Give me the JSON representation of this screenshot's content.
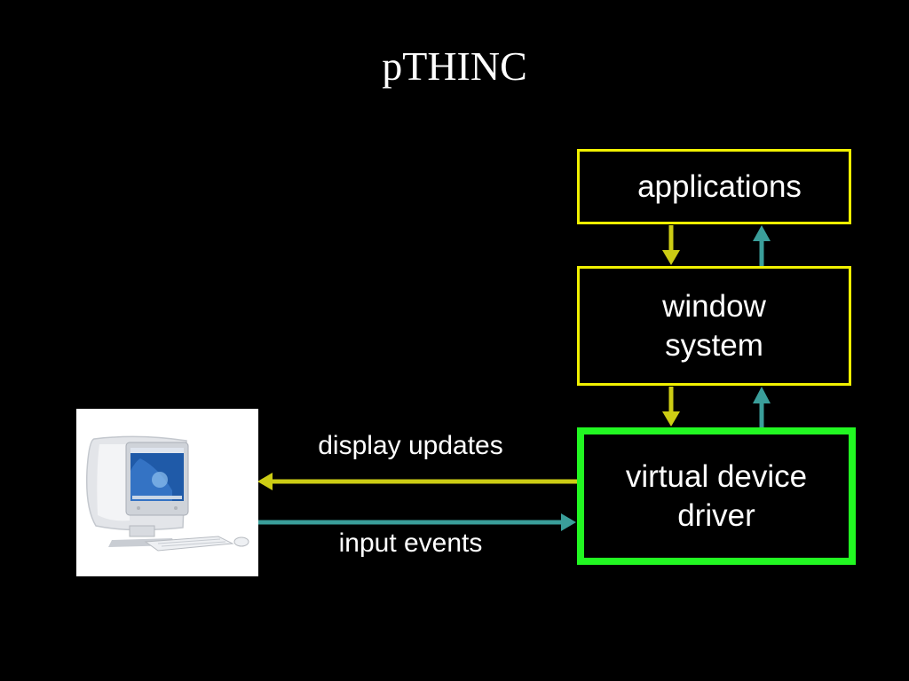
{
  "title": "pTHINC",
  "boxes": {
    "applications": "applications",
    "window_system_line1": "window",
    "window_system_line2": "system",
    "virtual_device_line1": "virtual device",
    "virtual_device_line2": "driver"
  },
  "labels": {
    "display_updates": "display updates",
    "input_events": "input events"
  },
  "colors": {
    "background": "#000000",
    "yellow_arrow": "#cccc14",
    "teal_arrow": "#3a9e9a",
    "box_border_yellow": "#f0f000",
    "box_border_green": "#22f722"
  },
  "icons": {
    "client_device": "imac-computer-icon"
  }
}
